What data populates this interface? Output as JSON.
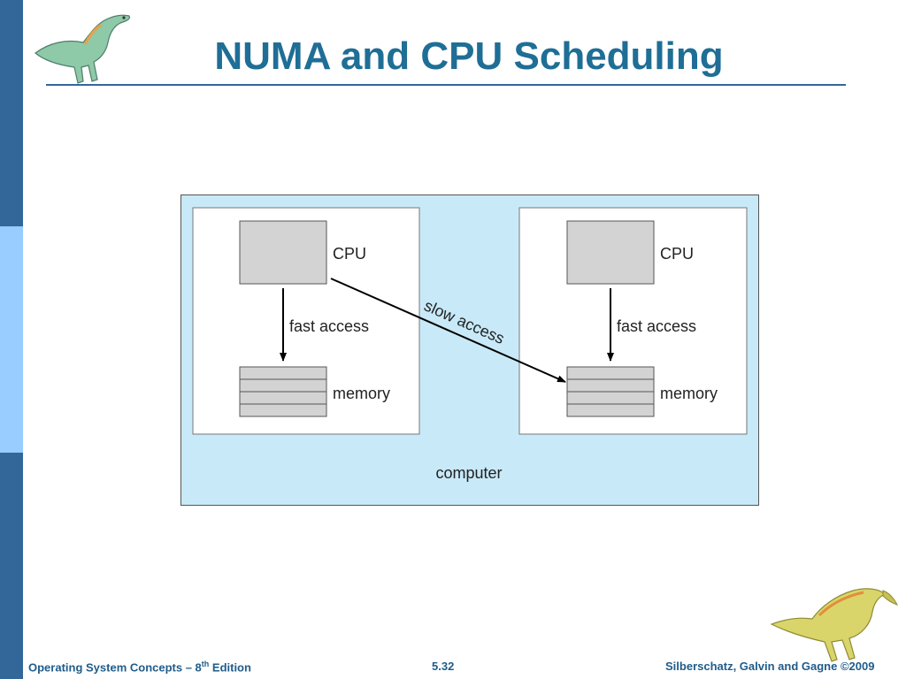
{
  "slide": {
    "title": "NUMA and CPU Scheduling"
  },
  "diagram": {
    "left_node": {
      "cpu_label": "CPU",
      "access_label": "fast access",
      "memory_label": "memory"
    },
    "right_node": {
      "cpu_label": "CPU",
      "access_label": "fast access",
      "memory_label": "memory"
    },
    "cross_label": "slow access",
    "container_label": "computer"
  },
  "footer": {
    "book_prefix": "Operating System Concepts – 8",
    "book_sup": "th",
    "book_suffix": " Edition",
    "page_number": "5.32",
    "copyright": "Silberschatz, Galvin and Gagne ©2009"
  },
  "colors": {
    "sidebar_dark": "#336699",
    "sidebar_light": "#99ccff",
    "title": "#1f6e96",
    "computer_bg": "#c8e9f8",
    "cpu_fill": "#d3d3d3"
  }
}
